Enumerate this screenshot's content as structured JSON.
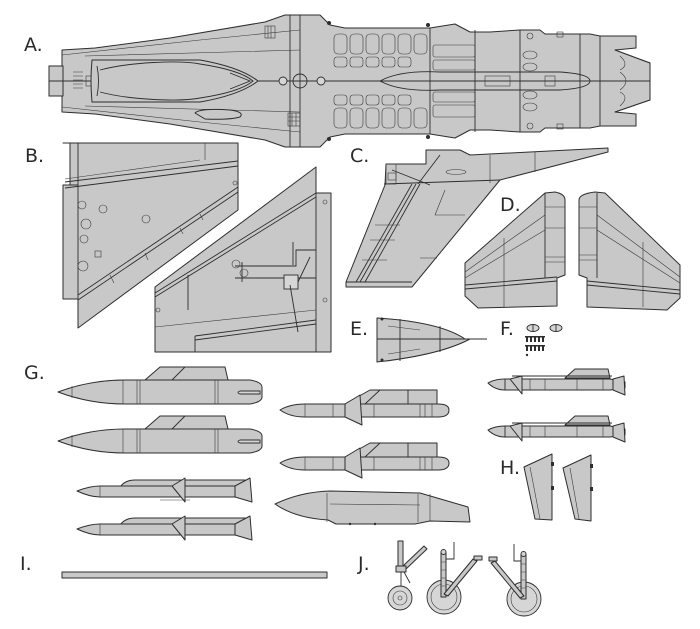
{
  "diagram": {
    "fill_color": "#c8c8c8",
    "line_color": "#2e2e2e",
    "background": "#ffffff",
    "parts": [
      {
        "key": "A",
        "label": "A.",
        "name": "fuselage-top-view"
      },
      {
        "key": "B",
        "label": "B.",
        "name": "main-wing-panels"
      },
      {
        "key": "C",
        "label": "C.",
        "name": "vertical-tail"
      },
      {
        "key": "D",
        "label": "D.",
        "name": "horizontal-stabilizers"
      },
      {
        "key": "E",
        "label": "E.",
        "name": "ventral-fin"
      },
      {
        "key": "F",
        "label": "F.",
        "name": "small-parts"
      },
      {
        "key": "G",
        "label": "G.",
        "name": "external-stores"
      },
      {
        "key": "H",
        "label": "H.",
        "name": "gear-doors"
      },
      {
        "key": "I",
        "label": "I.",
        "name": "pitot-rod"
      },
      {
        "key": "J",
        "label": "J.",
        "name": "landing-gear"
      }
    ]
  }
}
